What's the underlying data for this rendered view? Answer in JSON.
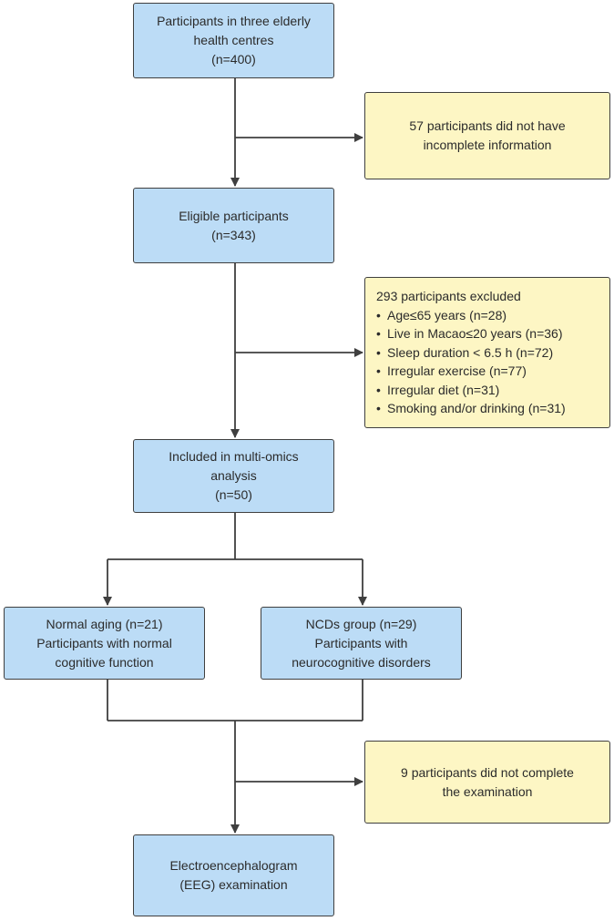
{
  "boxes": {
    "start": {
      "lines": [
        "Participants in three elderly",
        "health centres",
        "(n=400)"
      ]
    },
    "exclusion1": {
      "lines": [
        "57 participants did not have",
        "incomplete information"
      ]
    },
    "eligible": {
      "lines": [
        "Eligible participants",
        "(n=343)"
      ]
    },
    "exclusion2": {
      "title": "293 participants excluded",
      "bullets": [
        "Age≤65 years (n=28)",
        "Live in Macao≤20 years (n=36)",
        "Sleep duration < 6.5 h (n=72)",
        "Irregular exercise (n=77)",
        "Irregular diet (n=31)",
        "Smoking and/or drinking (n=31)"
      ]
    },
    "included": {
      "lines": [
        "Included in multi-omics",
        "analysis",
        "(n=50)"
      ]
    },
    "normal": {
      "lines": [
        "Normal aging (n=21)",
        "Participants with normal",
        "cognitive function"
      ]
    },
    "ncd": {
      "lines": [
        "NCDs group (n=29)",
        "Participants with",
        "neurocognitive disorders"
      ]
    },
    "exclusion3": {
      "lines": [
        "9 participants did not complete",
        "the examination"
      ]
    },
    "eeg": {
      "lines": [
        "Electroencephalogram",
        "(EEG) examination"
      ]
    }
  },
  "colors": {
    "process_box": "#bcdcf6",
    "exclusion_box": "#fdf6c4",
    "connector": "#3f3f3f"
  }
}
